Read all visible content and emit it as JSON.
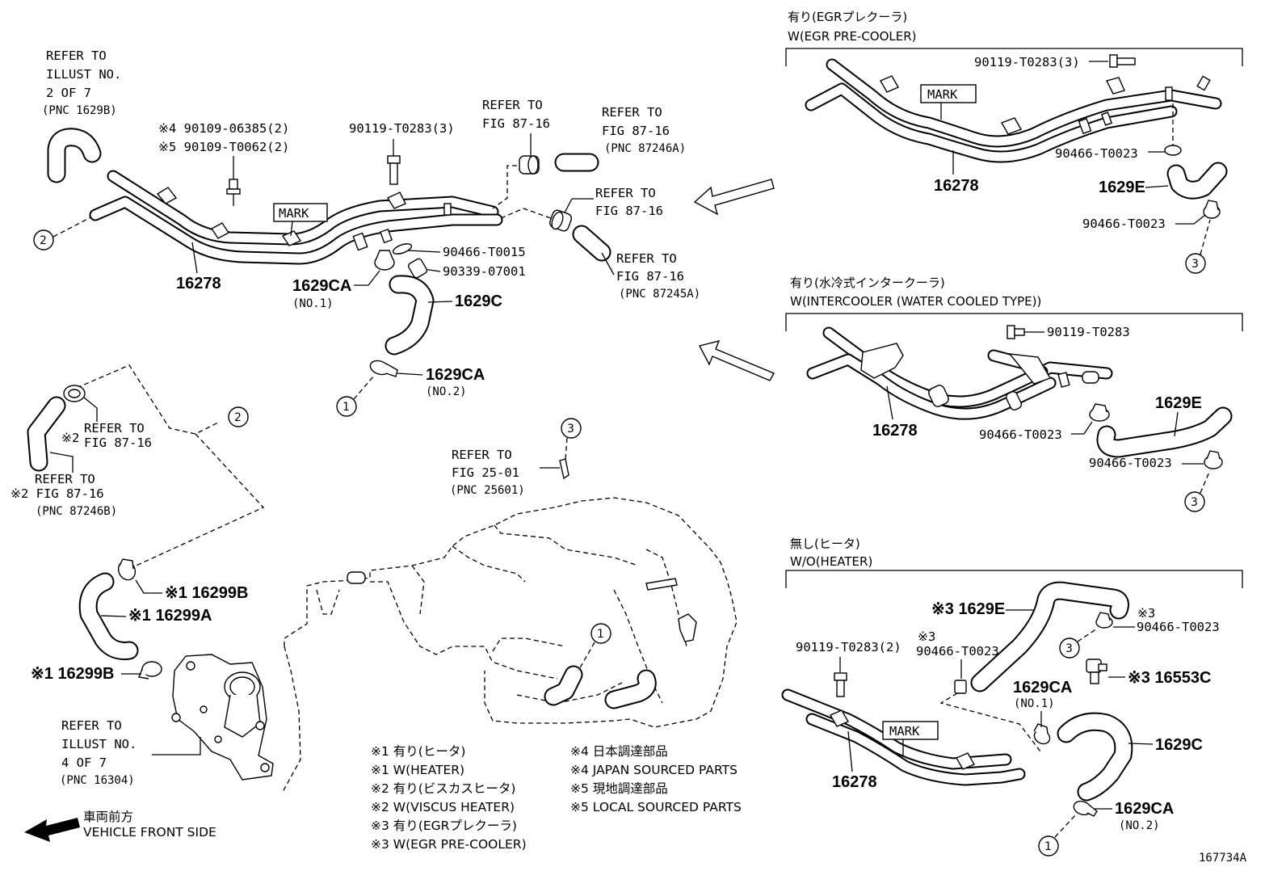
{
  "figure_id": "167734A",
  "top_left": {
    "refer_illust2": [
      "REFER TO",
      "ILLUST NO.",
      "2 OF 7",
      "(PNC 1629B)"
    ],
    "note4_part": "※4 90109-06385(2)",
    "note5_part": "※5 90109-T0062(2)",
    "bolt_part": "90119-T0283(3)",
    "mark": "MARK",
    "pipe_part": "16278",
    "clamp_part": "90466-T0015",
    "plug_part": "90339-07001",
    "hose_part": "1629C",
    "clamp1_part": "1629CA",
    "clamp1_sub": "(NO.1)",
    "clamp2_part": "1629CA",
    "clamp2_sub": "(NO.2)",
    "refer_fig_a": [
      "REFER TO",
      "FIG 87-16"
    ],
    "refer_fig_b": [
      "REFER TO",
      "FIG 87-16",
      "(PNC 87246A)"
    ],
    "refer_fig_c": [
      "REFER TO",
      "FIG 87-16"
    ],
    "refer_fig_d": [
      "REFER TO",
      "FIG 87-16",
      "(PNC 87245A)"
    ]
  },
  "left_mid": {
    "refer_a": [
      "※2",
      "REFER TO",
      "FIG 87-16"
    ],
    "refer_b": [
      "REFER TO",
      "※2 FIG 87-16",
      "(PNC 87246B)"
    ],
    "part_16299b_top": "※1 16299B",
    "part_16299a": "※1 16299A",
    "part_16299b_bottom": "※1 16299B",
    "refer_illust4": [
      "REFER TO",
      "ILLUST NO.",
      "4 OF 7",
      "(PNC 16304)"
    ]
  },
  "center": {
    "refer_fig25": [
      "REFER TO",
      "FIG 25-01",
      "(PNC 25601)"
    ]
  },
  "callouts": [
    "1",
    "2",
    "3"
  ],
  "notes_left": [
    "※1 有り(ヒータ)",
    "※1 W(HEATER)",
    "※2 有り(ビスカスヒータ)",
    "※2 W(VISCUS HEATER)",
    "※3 有り(EGRプレクーラ)",
    "※3 W(EGR PRE-COOLER)"
  ],
  "notes_right": [
    "※4 日本調達部品",
    "※4 JAPAN SOURCED PARTS",
    "※5 現地調達部品",
    "※5 LOCAL SOURCED PARTS"
  ],
  "vehicle_front": [
    "車両前方",
    "VEHICLE FRONT SIDE"
  ],
  "section_egr": {
    "title_jp": "有り(EGRプレクーラ)",
    "title_en": "W(EGR PRE-COOLER)",
    "bolt": "90119-T0283(3)",
    "mark": "MARK",
    "pipe": "16278",
    "clamp_a": "90466-T0023",
    "hose": "1629E",
    "clamp_b": "90466-T0023"
  },
  "section_intercooler": {
    "title_jp": "有り(水冷式インタークーラ)",
    "title_en": "W(INTERCOOLER (WATER COOLED TYPE))",
    "bolt": "90119-T0283",
    "pipe": "16278",
    "clamp_a": "90466-T0023",
    "hose": "1629E",
    "clamp_b": "90466-T0023"
  },
  "section_noheater": {
    "title_jp": "無し(ヒータ)",
    "title_en": "W/O(HEATER)",
    "hose_e": "※3 1629E",
    "clamp_note": "※3",
    "clamp_part": "90466-T0023",
    "bolt": "90119-T0283(2)",
    "clamp2_note": "※3",
    "clamp2_part": "90466-T0023",
    "part_16553c": "※3 16553C",
    "clamp1": "1629CA",
    "clamp1_sub": "(NO.1)",
    "mark": "MARK",
    "hose_c": "1629C",
    "pipe": "16278",
    "clamp2": "1629CA",
    "clamp2_sub": "(NO.2)"
  }
}
